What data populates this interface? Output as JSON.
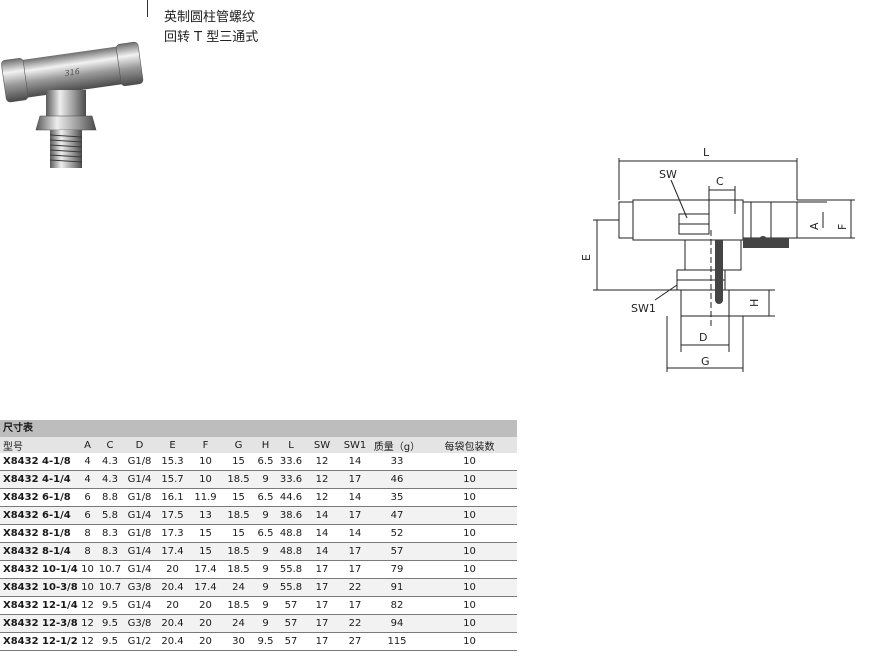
{
  "header": {
    "title_line1": "英制圆柱管螺纹",
    "title_line2": "回转 T 型三通式"
  },
  "photo": {
    "marking": "316"
  },
  "drawing": {
    "labels": {
      "L": "L",
      "SW": "SW",
      "C": "C",
      "A": "A",
      "F": "F",
      "E": "E",
      "SW1": "SW1",
      "H": "H",
      "D": "D",
      "G": "G"
    }
  },
  "table": {
    "title": "尺寸表",
    "columns": [
      "型号",
      "A",
      "C",
      "D",
      "E",
      "F",
      "G",
      "H",
      "L",
      "SW",
      "SW1",
      "质量（g）",
      "每袋包装数"
    ],
    "rows": [
      [
        "X8432 4-1/8",
        "4",
        "4.3",
        "G1/8",
        "15.3",
        "10",
        "15",
        "6.5",
        "33.6",
        "12",
        "14",
        "33",
        "10"
      ],
      [
        "X8432 4-1/4",
        "4",
        "4.3",
        "G1/4",
        "15.7",
        "10",
        "18.5",
        "9",
        "33.6",
        "12",
        "17",
        "46",
        "10"
      ],
      [
        "X8432 6-1/8",
        "6",
        "8.8",
        "G1/8",
        "16.1",
        "11.9",
        "15",
        "6.5",
        "44.6",
        "12",
        "14",
        "35",
        "10"
      ],
      [
        "X8432 6-1/4",
        "6",
        "5.8",
        "G1/4",
        "17.5",
        "13",
        "18.5",
        "9",
        "38.6",
        "14",
        "17",
        "47",
        "10"
      ],
      [
        "X8432 8-1/8",
        "8",
        "8.3",
        "G1/8",
        "17.3",
        "15",
        "15",
        "6.5",
        "48.8",
        "14",
        "14",
        "52",
        "10"
      ],
      [
        "X8432 8-1/4",
        "8",
        "8.3",
        "G1/4",
        "17.4",
        "15",
        "18.5",
        "9",
        "48.8",
        "14",
        "17",
        "57",
        "10"
      ],
      [
        "X8432 10-1/4",
        "10",
        "10.7",
        "G1/4",
        "20",
        "17.4",
        "18.5",
        "9",
        "55.8",
        "17",
        "17",
        "79",
        "10"
      ],
      [
        "X8432 10-3/8",
        "10",
        "10.7",
        "G3/8",
        "20.4",
        "17.4",
        "24",
        "9",
        "55.8",
        "17",
        "22",
        "91",
        "10"
      ],
      [
        "X8432 12-1/4",
        "12",
        "9.5",
        "G1/4",
        "20",
        "20",
        "18.5",
        "9",
        "57",
        "17",
        "17",
        "82",
        "10"
      ],
      [
        "X8432 12-3/8",
        "12",
        "9.5",
        "G3/8",
        "20.4",
        "20",
        "24",
        "9",
        "57",
        "17",
        "22",
        "94",
        "10"
      ],
      [
        "X8432 12-1/2",
        "12",
        "9.5",
        "G1/2",
        "20.4",
        "20",
        "30",
        "9.5",
        "57",
        "17",
        "27",
        "115",
        "10"
      ]
    ]
  }
}
